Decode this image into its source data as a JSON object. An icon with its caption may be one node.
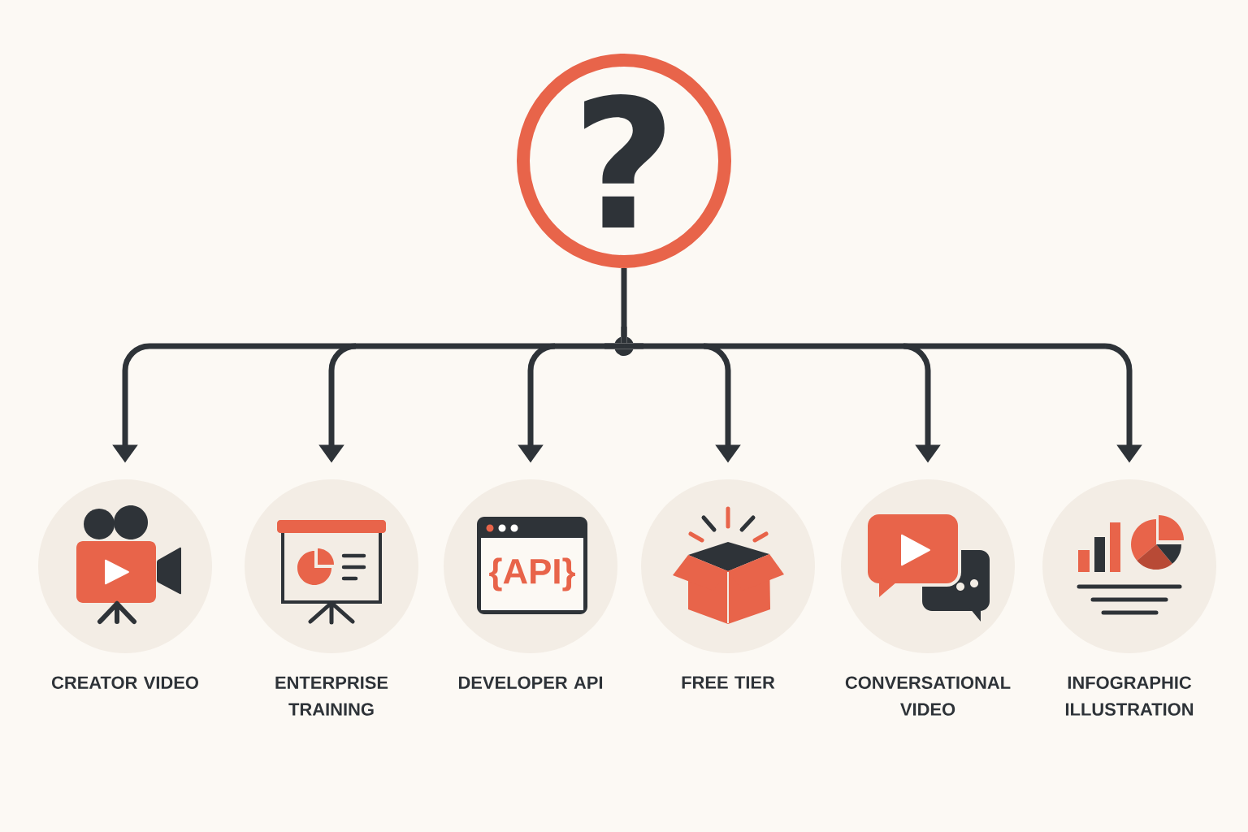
{
  "diagram": {
    "nodes": [
      {
        "text": [
          "?"
        ]
      },
      {
        "text": [
          "CREATOR VIDEO"
        ]
      },
      {
        "text": [
          "ENTERPRISE TRAINING"
        ]
      },
      {
        "text": [
          "DEVELOPER API"
        ]
      },
      {
        "text": [
          "FREE TIER"
        ]
      },
      {
        "text": [
          "CONVERSATIONAL VIDEO"
        ]
      },
      {
        "text": [
          "INFOGRAPHIC ILLUSTRATION"
        ]
      }
    ],
    "edges": [
      {
        "from": 0,
        "to": 1,
        "arrow": "to"
      },
      {
        "from": 0,
        "to": 2,
        "arrow": "to"
      },
      {
        "from": 0,
        "to": 3,
        "arrow": "to"
      },
      {
        "from": 0,
        "to": 4,
        "arrow": "to"
      },
      {
        "from": 0,
        "to": 5,
        "arrow": "to"
      },
      {
        "from": 0,
        "to": 6,
        "arrow": "to"
      }
    ],
    "labels": [
      "{API}"
    ]
  }
}
